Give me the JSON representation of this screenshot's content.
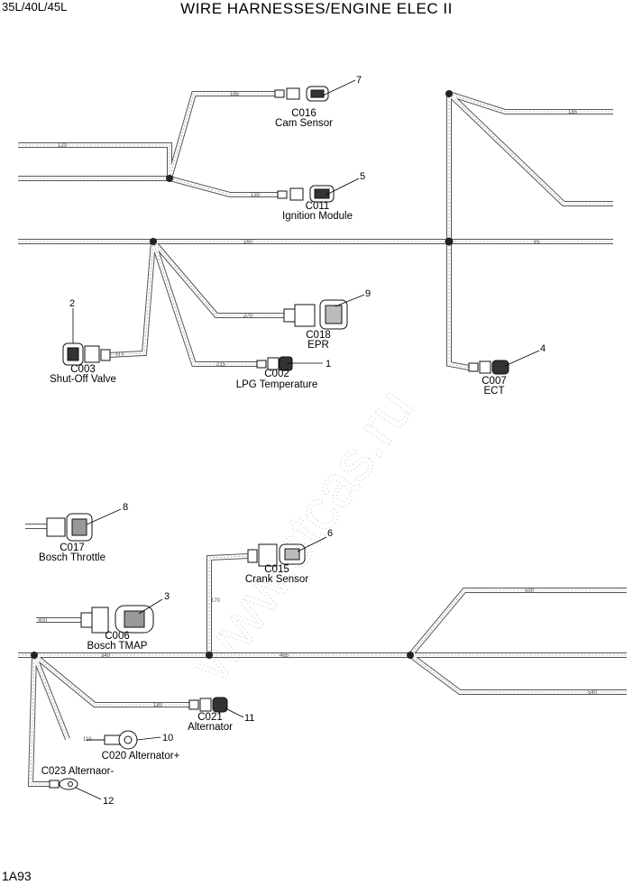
{
  "header": {
    "model": "35L/40L/45L",
    "title": "WIRE HARNESSES/ENGINE ELEC II"
  },
  "footer": {
    "page_code": "1A93"
  },
  "watermark": "www.stcas.ru",
  "wire_lengths": {
    "w120": "120",
    "w185a": "185",
    "w130": "130",
    "w160": "160",
    "w185b": "185",
    "w270": "270",
    "w215": "215",
    "w112": "112",
    "w85": "85",
    "w340": "340",
    "w400": "400",
    "w465": "465",
    "w500": "500",
    "w540": "540",
    "w170": "170",
    "w180": "180",
    "w110": "110"
  },
  "callouts": [
    {
      "num": "7",
      "code": "C016",
      "label": "Cam Sensor"
    },
    {
      "num": "5",
      "code": "C011",
      "label": "Ignition Module"
    },
    {
      "num": "9",
      "code": "C018",
      "label": "EPR"
    },
    {
      "num": "2",
      "code": "C003",
      "label": "Shut-Off Valve"
    },
    {
      "num": "1",
      "code": "C002",
      "label": "LPG Temperature"
    },
    {
      "num": "4",
      "code": "C007",
      "label": "ECT"
    },
    {
      "num": "8",
      "code": "C017",
      "label": "Bosch Throttle"
    },
    {
      "num": "6",
      "code": "C015",
      "label": "Crank Sensor"
    },
    {
      "num": "3",
      "code": "C006",
      "label": "Bosch TMAP"
    },
    {
      "num": "11",
      "code": "C021",
      "label": "Alternator"
    },
    {
      "num": "10",
      "label": "C020 Alternator+"
    },
    {
      "num": "12",
      "label": "C023 Alternaor-"
    }
  ]
}
